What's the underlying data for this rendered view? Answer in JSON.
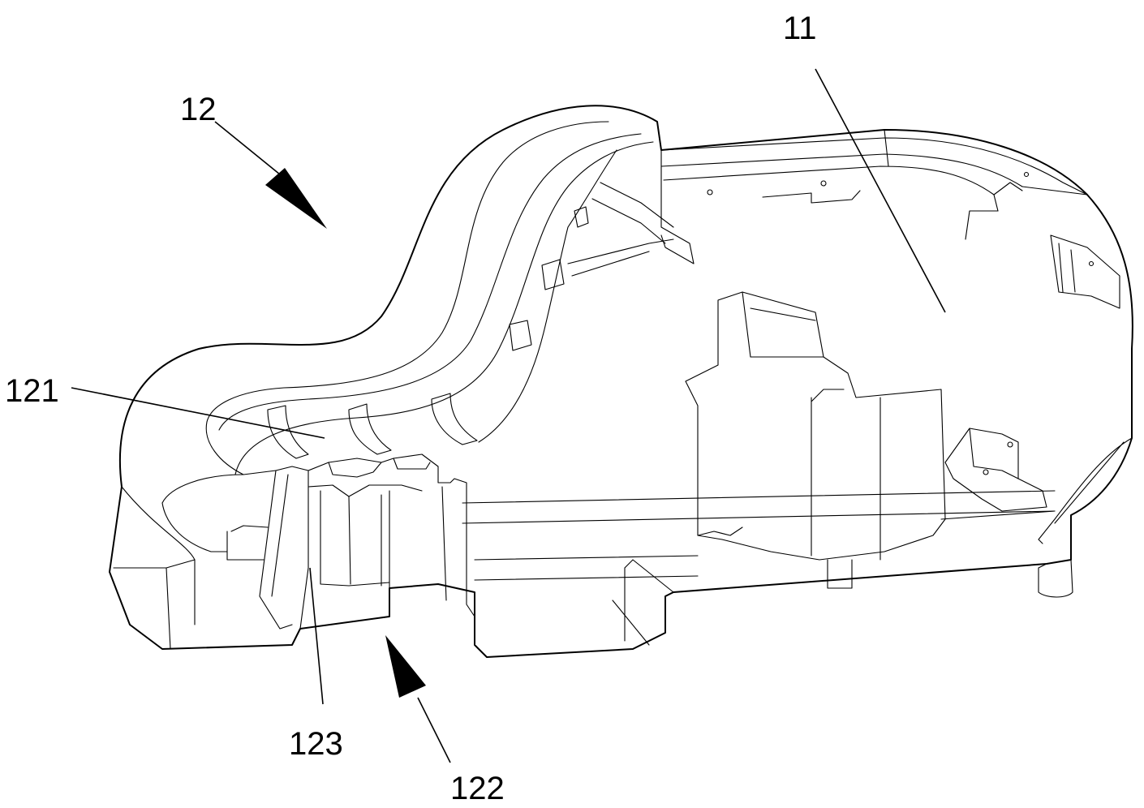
{
  "figure": {
    "labels": {
      "l11": "11",
      "l12": "12",
      "l121": "121",
      "l122": "122",
      "l123": "123"
    }
  }
}
